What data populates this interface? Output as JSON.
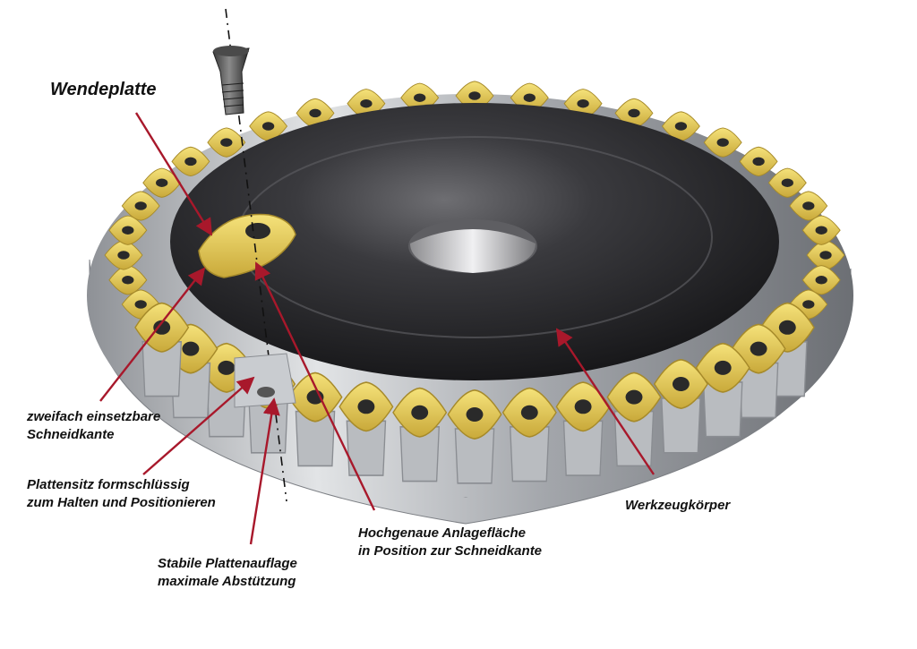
{
  "labels": {
    "insert": "Wendeplatte",
    "edge": [
      "zweifach einsetzbare",
      "Schneidkante"
    ],
    "seat": [
      "Plattensitz formschlüssig",
      "zum Halten und Positionieren"
    ],
    "support": [
      "Stabile Plattenauflage",
      "maximale Abstützung"
    ],
    "contact": [
      "Hochgenaue Anlagefläche",
      "in Position zur Schneidkante"
    ],
    "body": "Werkzeugkörper"
  },
  "colors": {
    "insert": "#e8cf5a",
    "body_face": "#1c1c1e",
    "steel": "#b9bcc0",
    "arrow": "#a8182b",
    "text": "#111111"
  },
  "cutter": {
    "insert_count": 40
  },
  "icons": [
    "clamping-screw-icon"
  ]
}
